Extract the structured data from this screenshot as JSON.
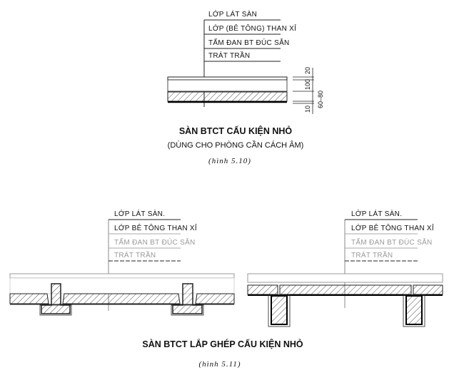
{
  "figure_1": {
    "layers": [
      "LỚP LÁT SÀN",
      "LỚP (BÊ TÔNG) THAN XỈ",
      "TẤM ĐAN BT ĐÚC SẴN",
      "TRÁT TRẦN"
    ],
    "dimensions": [
      "20",
      "100",
      "10",
      "60–80"
    ],
    "title": "SÀN BTCT CẤU KIỆN NHỎ",
    "subtitle": "(DÙNG CHO PHÒNG CẦN CÁCH ÂM)",
    "caption": "(hình 5.10)"
  },
  "figure_2": {
    "left_layers": [
      "LỚP LÁT SÀN.",
      "LỚP BÊ TÔNG THAN XỈ",
      "TẤM ĐAN BT ĐÚC SẴN",
      "TRÁT TRẦN"
    ],
    "right_layers": [
      "LỚP LÁT SÀN.",
      "LỚP BÊ TÔNG THAN XỈ",
      "TẤM ĐAN BT ĐÚC SẴN",
      "TRÁT TRẦN"
    ],
    "title": "SÀN BTCT LẮP GHÉP CẤU KIỆN NHỎ",
    "caption": "(hình 5.11)"
  }
}
